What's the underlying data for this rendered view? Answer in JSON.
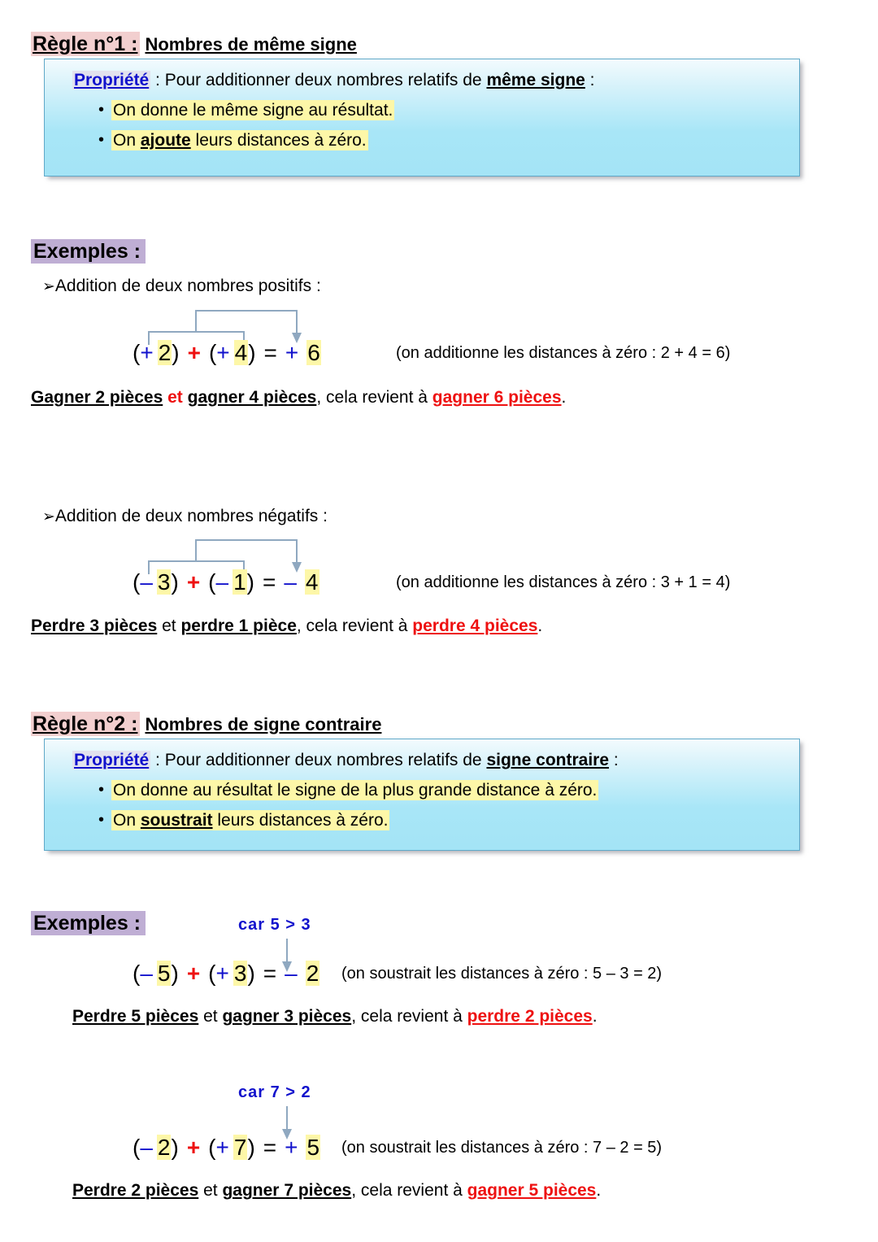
{
  "document": {
    "language": "fr",
    "colors": {
      "accent_blue": "#1111cc",
      "accent_red": "#ee1111",
      "highlight_yellow": "#fdf7a8",
      "highlight_pink": "#f2cfcf",
      "highlight_purple": "#bfaed4",
      "highlight_grey": "#e2e2ee",
      "box_border": "#5fa8c8",
      "box_fill": "#a8e6f7",
      "connector": "#8fa8c0"
    }
  },
  "rule1": {
    "tag": "Règle n°1 :",
    "subtitle": "Nombres de même signe",
    "property": {
      "keyword": "Propriété",
      "colon": " : ",
      "intro_before": "Pour additionner deux nombres relatifs de ",
      "intro_bold": "même signe",
      "intro_after": " :",
      "bullets": [
        {
          "marker": "•",
          "before": "On donne le même signe au résultat.",
          "bold": "",
          "after": ""
        },
        {
          "marker": "•",
          "before": "On ",
          "bold": "ajoute",
          "after": " leurs distances à zéro."
        }
      ]
    }
  },
  "examples1": {
    "heading": "Exemples  :",
    "items": [
      {
        "lead_marker": "➢",
        "lead": "Addition de deux nombres positifs :",
        "equation": {
          "left_paren": "(",
          "left_sign": "+",
          "left_num": "2",
          "left_close": ")",
          "operator": "+",
          "right_paren": "(",
          "right_sign": "+",
          "right_num": "4",
          "right_close": ")",
          "equals": "=",
          "result_sign": "+",
          "result_num": "6"
        },
        "note": "(on additionne les distances à zéro :   2 + 4 = 6)",
        "conclusion": {
          "part1": "Gagner 2 pièces",
          "joiner": "et",
          "joiner_color": "red",
          "part2": "gagner 4 pièces",
          "middle": ", cela revient à ",
          "part3": "gagner 6 pièces",
          "end": "."
        }
      },
      {
        "lead_marker": "➢",
        "lead": "Addition de deux nombres négatifs :",
        "equation": {
          "left_paren": "(",
          "left_sign": "–",
          "left_num": "3",
          "left_close": ")",
          "operator": "+",
          "right_paren": "(",
          "right_sign": "–",
          "right_num": "1",
          "right_close": ")",
          "equals": "=",
          "result_sign": "–",
          "result_num": "4"
        },
        "note": "(on additionne les distances à zéro :   3 + 1 = 4)",
        "conclusion": {
          "part1": "Perdre 3 pièces",
          "joiner": "et",
          "joiner_color": "black",
          "part2": "perdre 1 pièce",
          "middle": ", cela revient à ",
          "part3": "perdre 4 pièces",
          "end": "."
        }
      }
    ]
  },
  "rule2": {
    "tag": "Règle n°2 :",
    "subtitle": "Nombres de signe contraire",
    "property": {
      "keyword": "Propriété",
      "colon": " : ",
      "intro_before": "Pour additionner deux nombres relatifs de ",
      "intro_bold": "signe contraire",
      "intro_after": " :",
      "bullets": [
        {
          "marker": "•",
          "before": "On donne au résultat le signe de la plus grande distance à zéro.",
          "bold": "",
          "after": ""
        },
        {
          "marker": "•",
          "before": "On ",
          "bold": "soustrait",
          "after": " leurs distances à zéro."
        }
      ]
    }
  },
  "examples2": {
    "heading": "Exemples  :",
    "items": [
      {
        "car": "car  5 > 3",
        "equation": {
          "left_paren": "(",
          "left_sign": "–",
          "left_num": "5",
          "left_close": ")",
          "operator": "+",
          "right_paren": "(",
          "right_sign": "+",
          "right_num": "3",
          "right_close": ")",
          "equals": "=",
          "result_sign": "–",
          "result_num": "2"
        },
        "note": "(on soustrait les distances à zéro :   5 – 3 = 2)",
        "conclusion": {
          "part1": "Perdre 5 pièces",
          "joiner": "et",
          "joiner_color": "black",
          "part2": "gagner 3 pièces",
          "middle": ", cela revient à ",
          "part3": "perdre 2 pièces",
          "end": "."
        }
      },
      {
        "car": "car  7 > 2",
        "equation": {
          "left_paren": "(",
          "left_sign": "–",
          "left_num": "2",
          "left_close": ")",
          "operator": "+",
          "right_paren": "(",
          "right_sign": "+",
          "right_num": "7",
          "right_close": ")",
          "equals": "=",
          "result_sign": "+",
          "result_num": "5"
        },
        "note": "(on soustrait les distances à zéro :   7 – 2  =  5)",
        "conclusion": {
          "part1": "Perdre 2 pièces",
          "joiner": "et",
          "joiner_color": "black",
          "part2": "gagner 7 pièces",
          "middle": ", cela revient à ",
          "part3": "gagner 5 pièces",
          "end": "."
        }
      }
    ]
  }
}
